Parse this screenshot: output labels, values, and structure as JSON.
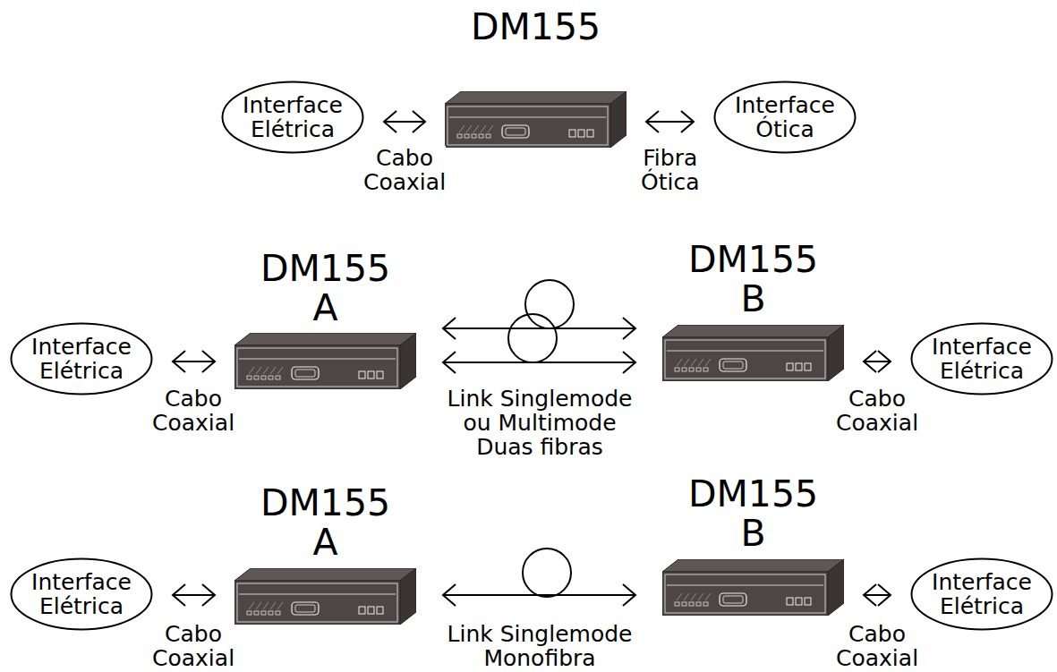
{
  "diagram": {
    "nodes": [
      {
        "text": [
          "Interface Elétrica"
        ]
      },
      {
        "text": [
          "DM155"
        ]
      },
      {
        "text": [
          "Interface Ótica"
        ]
      },
      {
        "text": [
          "Interface Elétrica"
        ]
      },
      {
        "text": [
          "DM155 A"
        ]
      },
      {
        "text": [
          "DM155 B"
        ]
      },
      {
        "text": [
          "Interface Elétrica"
        ]
      },
      {
        "text": [
          "Interface Elétrica"
        ]
      },
      {
        "text": [
          "DM155 A"
        ]
      },
      {
        "text": [
          "DM155 B"
        ]
      },
      {
        "text": [
          "Interface Elétrica"
        ]
      }
    ],
    "edges": [
      {
        "from": 0,
        "to": 1,
        "arrow": "both",
        "label": "Cabo Coaxial"
      },
      {
        "from": 1,
        "to": 2,
        "arrow": "both",
        "label": "Fibra Ótica"
      },
      {
        "from": 3,
        "to": 4,
        "arrow": "both",
        "label": "Cabo Coaxial"
      },
      {
        "from": 4,
        "to": 5,
        "arrow": "both",
        "label": "Link Singlemode ou Multimode Duas fibras"
      },
      {
        "from": 4,
        "to": 5,
        "arrow": "both"
      },
      {
        "from": 5,
        "to": 6,
        "arrow": "both",
        "label": "Cabo Coaxial"
      },
      {
        "from": 7,
        "to": 8,
        "arrow": "both",
        "label": "Cabo Coaxial"
      },
      {
        "from": 8,
        "to": 9,
        "arrow": "both",
        "label": "Link Singlemode Monofibra"
      },
      {
        "from": 9,
        "to": 10,
        "arrow": "both",
        "label": "Cabo Coaxial"
      }
    ]
  }
}
